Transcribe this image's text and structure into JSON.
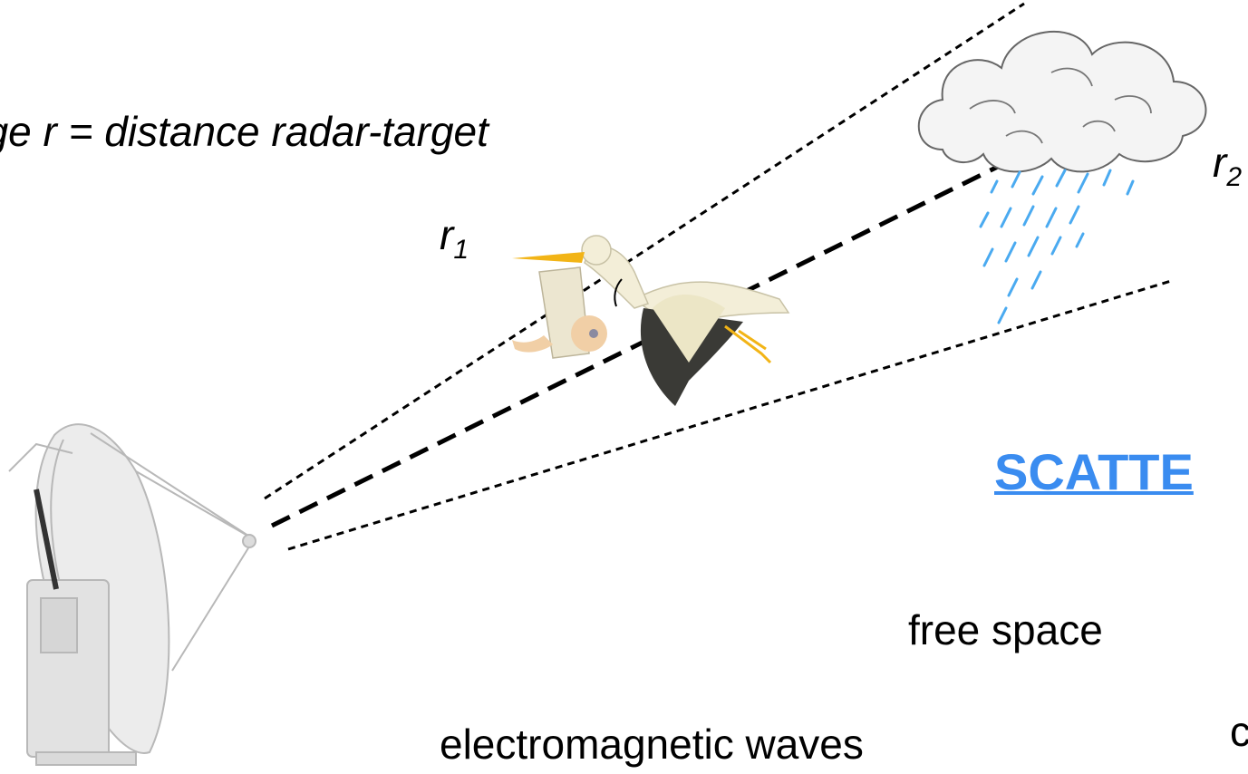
{
  "labels": {
    "range_caption": "nge r = distance radar-target",
    "r1_main": "r",
    "r1_sub": "1",
    "r2_main": "r",
    "r2_sub": "2",
    "scattering": "SCATTE",
    "free_space": "free space",
    "em_waves": "electromagnetic waves",
    "cut_letter": "c"
  },
  "colors": {
    "scatter_text": "#3a8cf0",
    "rain": "#4aaaf0",
    "stork_beak": "#f2b416",
    "stork_wing_dark": "#3a3a36",
    "stork_body": "#f3eed8",
    "baby_skin": "#f1cfa6"
  }
}
